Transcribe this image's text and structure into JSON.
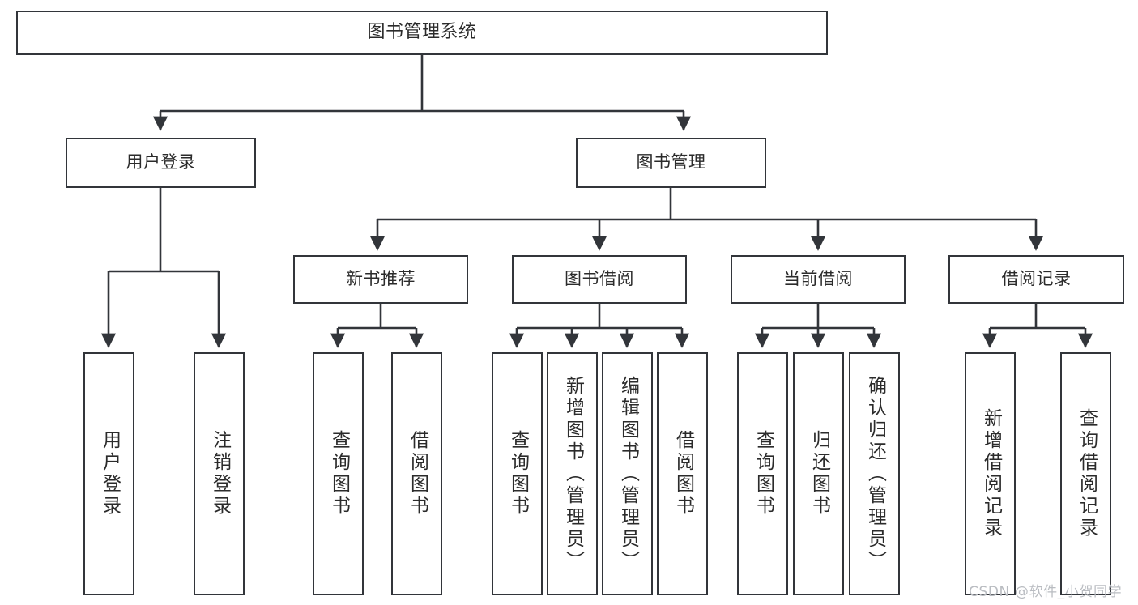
{
  "diagram": {
    "title": "图书管理系统",
    "type": "tree-structure-chart",
    "root": {
      "label": "图书管理系统"
    },
    "level2": [
      {
        "label": "用户登录"
      },
      {
        "label": "图书管理"
      }
    ],
    "level3": [
      {
        "label": "新书推荐"
      },
      {
        "label": "图书借阅"
      },
      {
        "label": "当前借阅"
      },
      {
        "label": "借阅记录"
      }
    ],
    "leaves": {
      "user_login": [
        {
          "label": "用户登录"
        },
        {
          "label": "注销登录"
        }
      ],
      "new_book_recommend": [
        {
          "label": "查询图书"
        },
        {
          "label": "借阅图书"
        }
      ],
      "book_borrow": [
        {
          "label": "查询图书"
        },
        {
          "label": "新增图书（管理员）"
        },
        {
          "label": "编辑图书（管理员）"
        },
        {
          "label": "借阅图书"
        }
      ],
      "current_borrow": [
        {
          "label": "查询图书"
        },
        {
          "label": "归还图书"
        },
        {
          "label": "确认归还（管理员）"
        }
      ],
      "borrow_records": [
        {
          "label": "新增借阅记录"
        },
        {
          "label": "查询借阅记录"
        }
      ]
    }
  },
  "watermark": {
    "text": "CSDN @软件_小贺同学"
  },
  "colors": {
    "border": "#32353a",
    "text": "#2b2b2b",
    "background": "#ffffff",
    "watermark": "#b9bcc1"
  }
}
